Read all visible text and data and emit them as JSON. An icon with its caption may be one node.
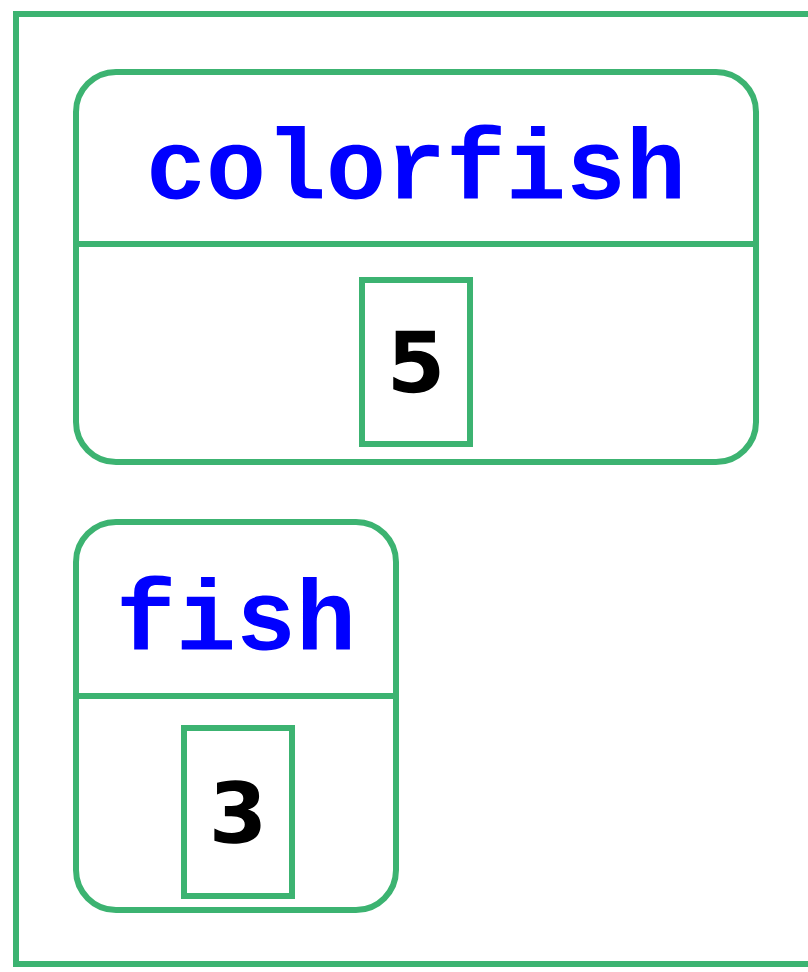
{
  "diagram": {
    "nodes": [
      {
        "text": [],
        "shape": "box"
      },
      {
        "text": [
          "colorfish"
        ],
        "in": 0
      },
      {
        "text": [
          "5"
        ],
        "in": 1
      },
      {
        "text": [
          "fish"
        ],
        "in": 0
      },
      {
        "text": [
          "3"
        ],
        "in": 3
      }
    ]
  }
}
